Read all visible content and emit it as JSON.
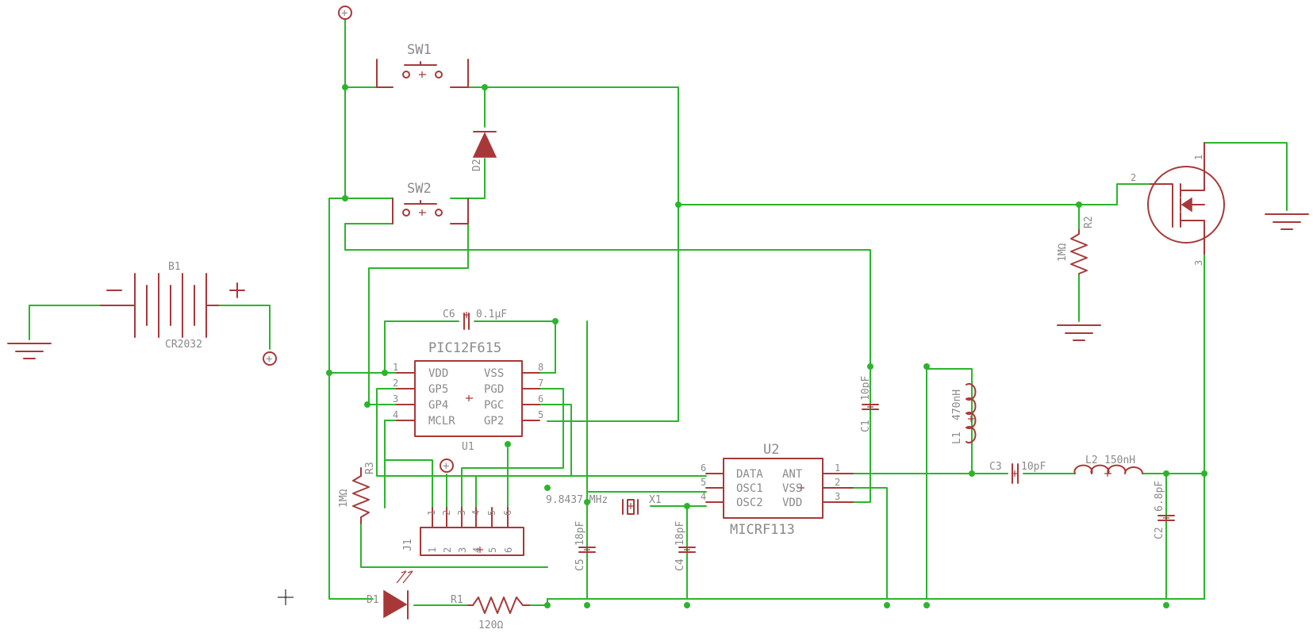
{
  "battery": {
    "ref": "B1",
    "value": "CR2032",
    "minus": "−",
    "plus": "+"
  },
  "switches": [
    {
      "ref": "SW1"
    },
    {
      "ref": "SW2"
    }
  ],
  "diodes": {
    "d2": "D2",
    "d1": "D1"
  },
  "mcu": {
    "name": "PIC12F615",
    "ref": "U1",
    "pins_left": [
      {
        "num": "1",
        "name": "VDD"
      },
      {
        "num": "2",
        "name": "GP5"
      },
      {
        "num": "3",
        "name": "GP4"
      },
      {
        "num": "4",
        "name": "MCLR"
      }
    ],
    "pins_right": [
      {
        "num": "8",
        "name": "VSS"
      },
      {
        "num": "7",
        "name": "PGD"
      },
      {
        "num": "6",
        "name": "PGC"
      },
      {
        "num": "5",
        "name": "GP2"
      }
    ]
  },
  "capacitors": {
    "c6": {
      "ref": "C6",
      "value": "0.1µF"
    },
    "c1": {
      "ref": "C1",
      "value": "10pF"
    },
    "c3": {
      "ref": "C3",
      "value": "10pF"
    },
    "c2": {
      "ref": "C2",
      "value": "6.8pF"
    },
    "c5": {
      "ref": "C5",
      "value": "18pF"
    },
    "c4": {
      "ref": "C4",
      "value": "18pF"
    }
  },
  "resistors": {
    "r1": {
      "ref": "R1",
      "value": "120Ω"
    },
    "r2": {
      "ref": "R2",
      "value": "1MΩ"
    },
    "r3": {
      "ref": "R3",
      "value": "1MΩ"
    }
  },
  "inductors": {
    "l1": {
      "ref": "L1",
      "value": "470nH"
    },
    "l2": {
      "ref": "L2",
      "value": "150nH"
    }
  },
  "crystal": {
    "ref": "X1",
    "value": "9.8437 MHz"
  },
  "transmitter": {
    "name": "MICRF113",
    "ref": "U2",
    "pins_left": [
      {
        "num": "6",
        "name": "DATA"
      },
      {
        "num": "5",
        "name": "OSC1"
      },
      {
        "num": "4",
        "name": "OSC2"
      }
    ],
    "pins_right": [
      {
        "num": "1",
        "name": "ANT"
      },
      {
        "num": "2",
        "name": "VSS"
      },
      {
        "num": "3",
        "name": "VDD"
      }
    ]
  },
  "header": {
    "ref": "J1",
    "pins": [
      "1",
      "2",
      "3",
      "4",
      "5",
      "6"
    ]
  },
  "mosfet": {
    "pin_drain": "1",
    "pin_gate": "2",
    "pin_source": "3"
  },
  "supply": {
    "symbol": "+"
  }
}
